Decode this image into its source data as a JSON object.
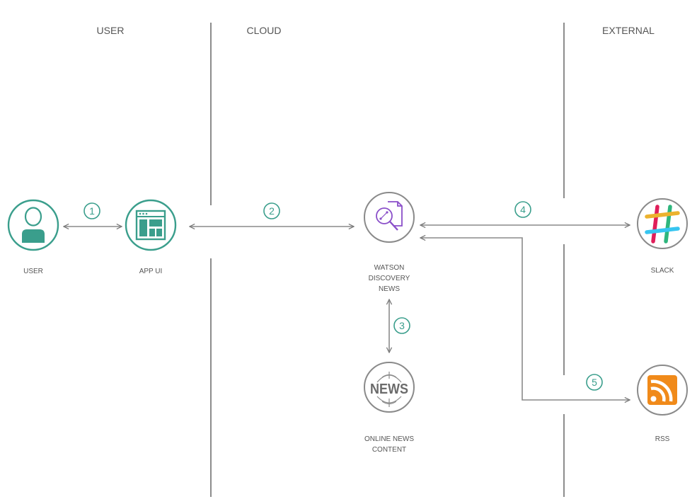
{
  "zones": {
    "user": "USER",
    "cloud": "CLOUD",
    "external": "EXTERNAL"
  },
  "nodes": {
    "user": {
      "label": "USER"
    },
    "app_ui": {
      "label": "APP UI"
    },
    "watson": {
      "label_lines": [
        "WATSON",
        "DISCOVERY",
        "NEWS"
      ]
    },
    "news": {
      "icon_text": "NEWS",
      "label_lines": [
        "ONLINE NEWS",
        "CONTENT"
      ]
    },
    "slack": {
      "label": "SLACK"
    },
    "rss": {
      "label": "RSS"
    }
  },
  "steps": [
    "1",
    "2",
    "3",
    "4",
    "5"
  ],
  "colors": {
    "teal": "#3a9e8c",
    "purple": "#8a4fc9",
    "gray": "#8a8a8a",
    "rss_orange": "#f08a1a"
  }
}
